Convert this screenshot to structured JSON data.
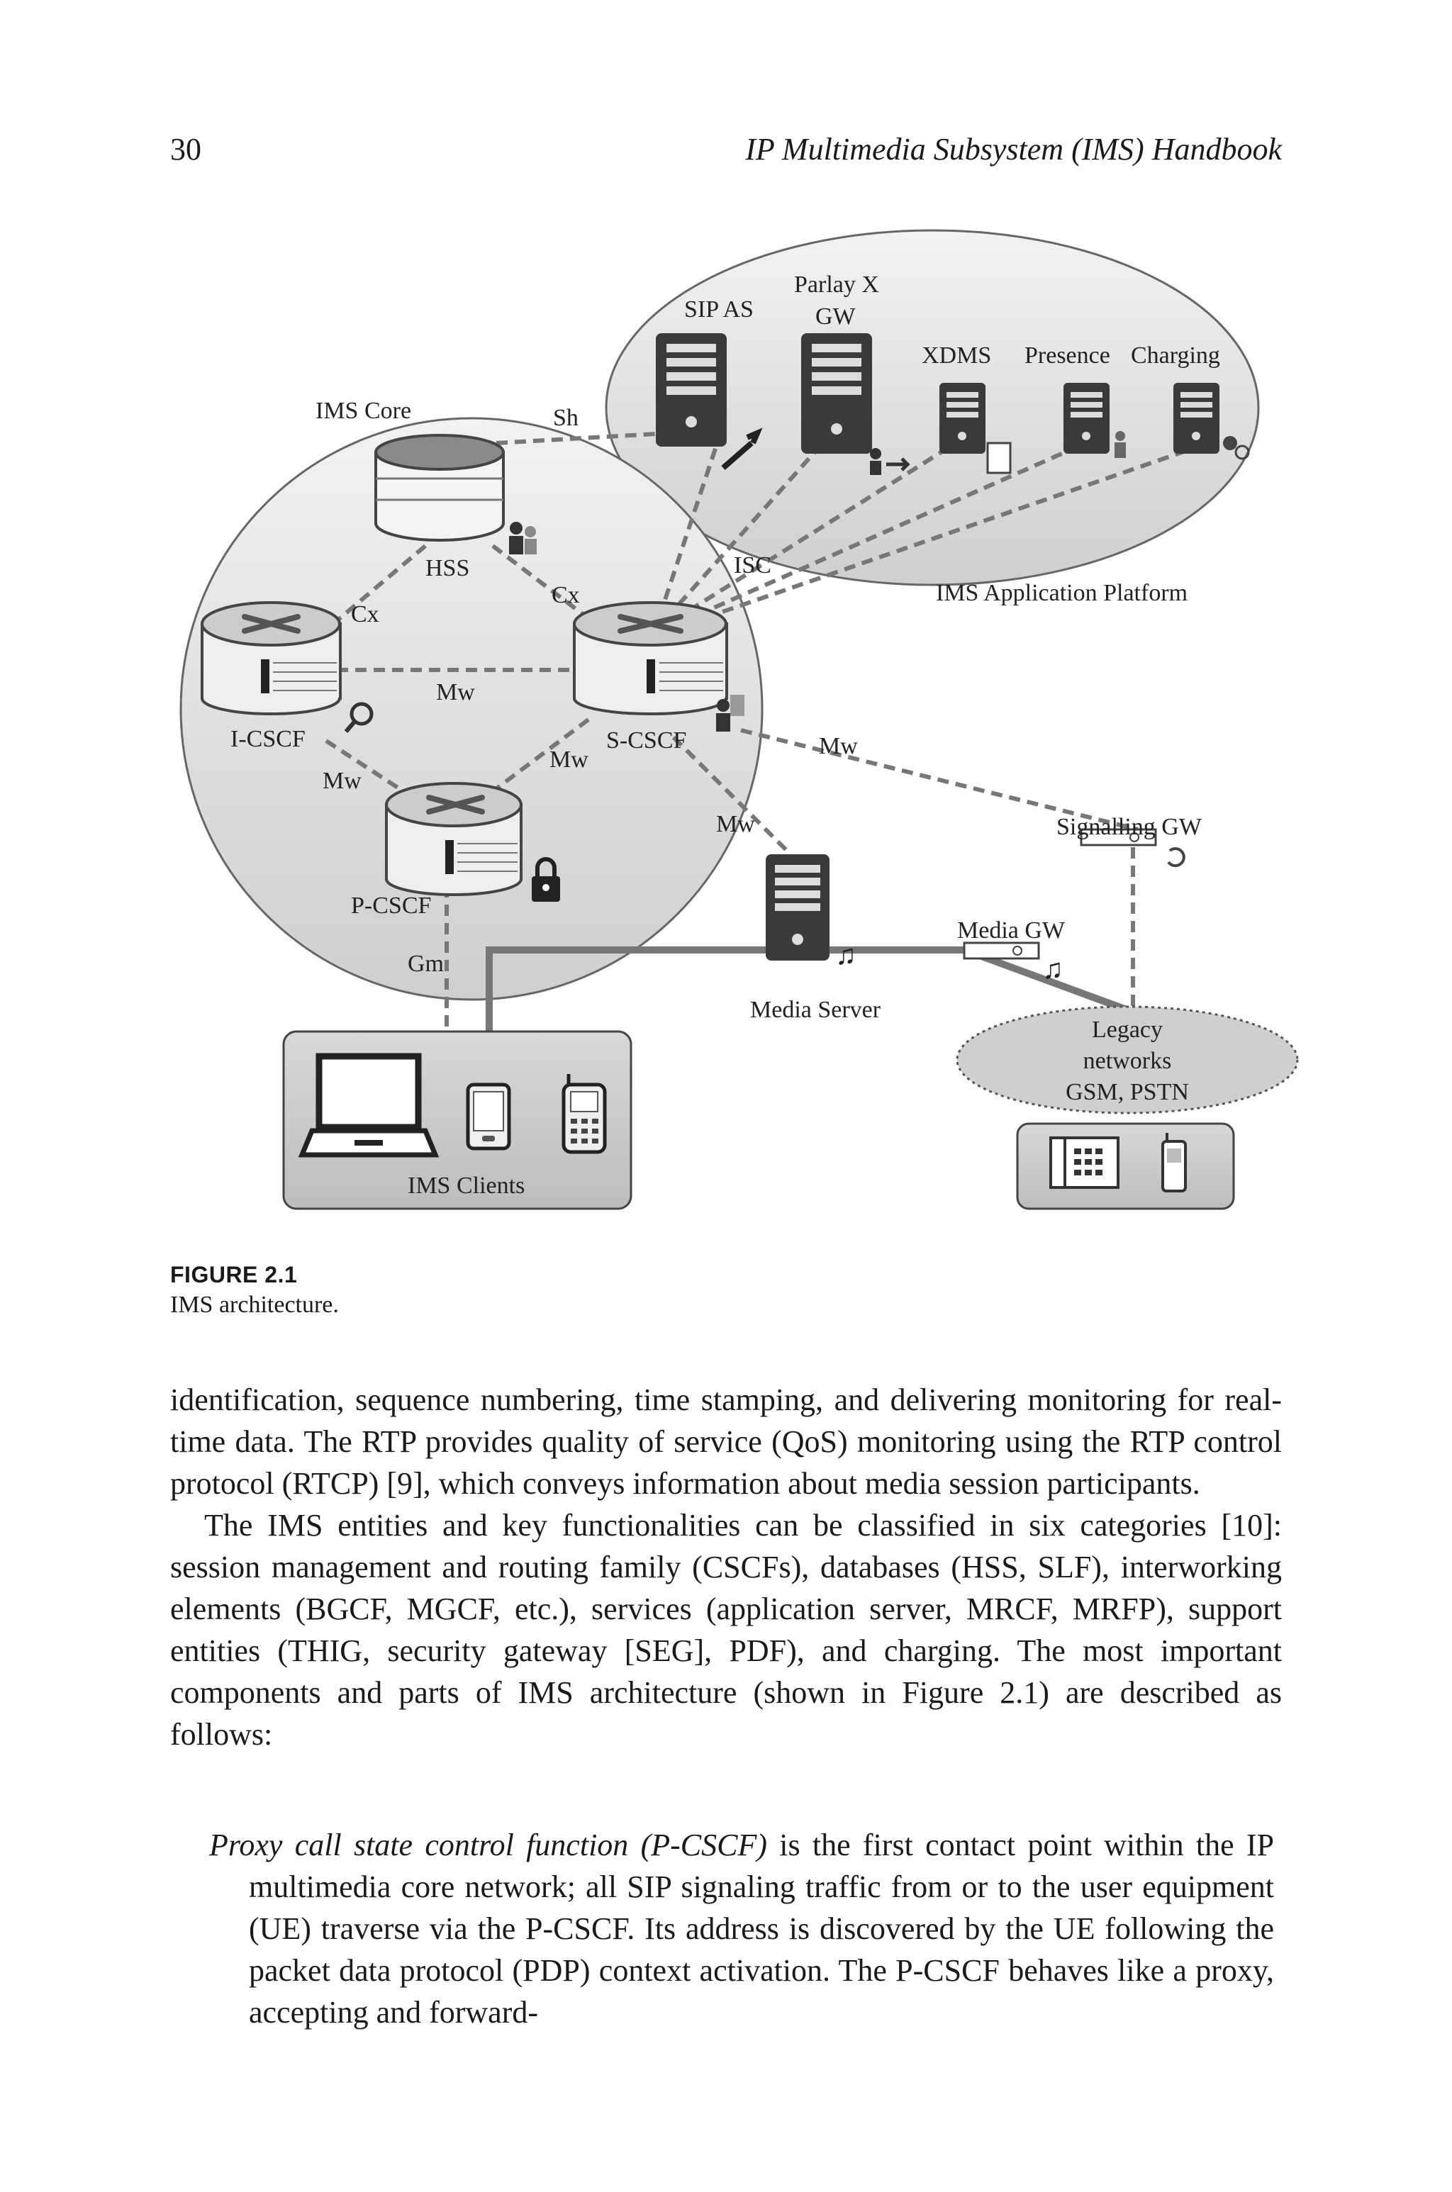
{
  "header": {
    "page_number": "30",
    "running_title": "IP Multimedia Subsystem (IMS) Handbook"
  },
  "figure": {
    "labels": {
      "sip_as": "SIP AS",
      "parlay_1": "Parlay X",
      "parlay_2": "GW",
      "xdms": "XDMS",
      "presence": "Presence",
      "charging": "Charging",
      "ims_core": "IMS Core",
      "sh": "Sh",
      "hss": "HSS",
      "isc": "ISC",
      "cx_left": "Cx",
      "cx_right": "Cx",
      "app_platform": "IMS Application Platform",
      "mw_top": "Mw",
      "i_cscf": "I-CSCF",
      "s_cscf": "S-CSCF",
      "mw_mid": "Mw",
      "mw_right": "Mw",
      "mw_left": "Mw",
      "mw_bottom": "Mw",
      "signalling_gw": "Signalling GW",
      "p_cscf": "P-CSCF",
      "media_gw": "Media GW",
      "gm": "Gm",
      "media_server": "Media Server",
      "legacy_1": "Legacy",
      "legacy_2": "networks",
      "legacy_3": "GSM, PSTN",
      "ims_clients": "IMS Clients"
    },
    "caption_label": "FIGURE 2.1",
    "caption_text": "IMS architecture."
  },
  "body": {
    "para1": "identification, sequence numbering, time stamping, and delivering monitoring for real-time data. The RTP provides quality of service (QoS) monitoring using the RTP control protocol (RTCP) [9], which conveys information about media session participants.",
    "para2": "The IMS entities and key functionalities can be classified in six categories [10]: session management and routing family (CSCFs), databases (HSS, SLF), interworking elements (BGCF, MGCF, etc.), services (application server, MRCF, MRFP), support entities (THIG, security gateway [SEG], PDF), and charging. The most important components and parts of IMS architecture (shown in Figure 2.1) are described as follows:",
    "def_term": "Proxy call state control function (P-CSCF)",
    "def_text": " is the first contact point within the IP multimedia core network; all SIP signaling traffic from or to the user equipment (UE) traverse via the P-CSCF. Its address is discovered by the UE following the packet data protocol (PDP) context activation. The P-CSCF behaves like a proxy, accepting and forward-"
  }
}
